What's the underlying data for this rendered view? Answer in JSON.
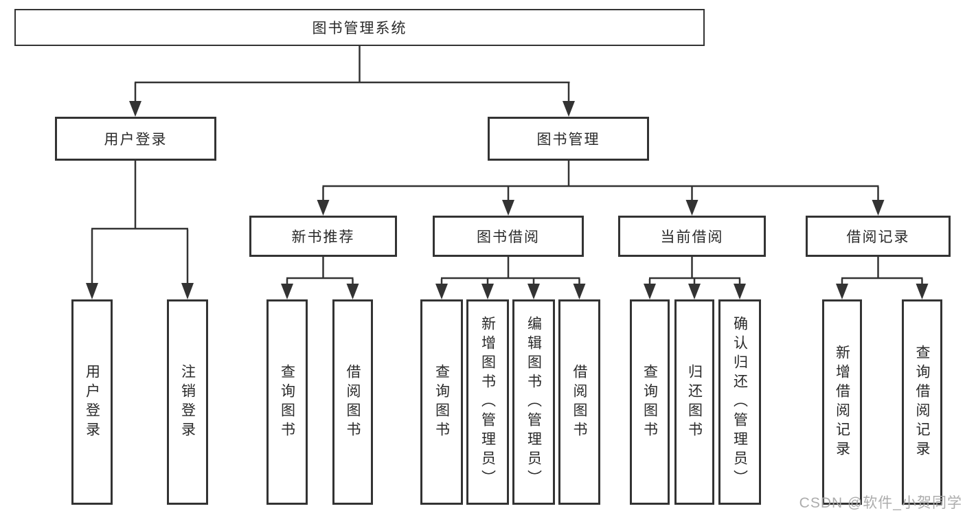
{
  "tree": {
    "root": {
      "label": "图书管理系统",
      "children": [
        {
          "label": "用户登录",
          "children": [
            {
              "label": "用户登录"
            },
            {
              "label": "注销登录"
            }
          ]
        },
        {
          "label": "图书管理",
          "children": [
            {
              "label": "新书推荐",
              "children": [
                {
                  "label": "查询图书"
                },
                {
                  "label": "借阅图书"
                }
              ]
            },
            {
              "label": "图书借阅",
              "children": [
                {
                  "label": "查询图书"
                },
                {
                  "label": "新增图书（管理员）"
                },
                {
                  "label": "编辑图书（管理员）"
                },
                {
                  "label": "借阅图书"
                }
              ]
            },
            {
              "label": "当前借阅",
              "children": [
                {
                  "label": "查询图书"
                },
                {
                  "label": "归还图书"
                },
                {
                  "label": "确认归还（管理员）"
                }
              ]
            },
            {
              "label": "借阅记录",
              "children": [
                {
                  "label": "新增借阅记录"
                },
                {
                  "label": "查询借阅记录"
                }
              ]
            }
          ]
        }
      ]
    }
  },
  "watermark": {
    "text": "CSDN @软件_小贺同学"
  },
  "colors": {
    "line": "#333333",
    "box_border": "#333333",
    "text": "#2a2a2a",
    "background": "#ffffff",
    "watermark": "#a6a6a6"
  }
}
